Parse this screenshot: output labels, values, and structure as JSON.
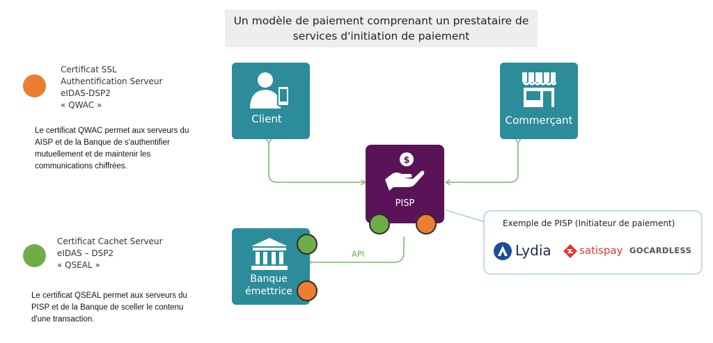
{
  "title": {
    "line1": "Un modèle de paiement comprenant un prestataire de",
    "line2": "services d'initiation de paiement"
  },
  "legend": {
    "qwac": {
      "color": "#ed7d31",
      "lines": [
        "Certificat SSL",
        "Authentification Serveur",
        "eIDAS-DSP2",
        "« QWAC »"
      ],
      "desc": [
        "Le certificat QWAC permet aux serveurs du",
        "AISP et de la Banque de s'authentifier",
        "mutuellement et de maintenir les",
        "communications chiffrées."
      ]
    },
    "qseal": {
      "color": "#70ad47",
      "lines": [
        "Certificat Cachet Serveur",
        "eIDAS – DSP2",
        "« QSEAL »"
      ],
      "desc": [
        "Le certificat QSEAL permet aux serveurs du",
        "PISP et de la Banque de sceller le contenu",
        "d'une transaction."
      ]
    }
  },
  "diagram": {
    "client_label": "Client",
    "merchant_label": "Commerçant",
    "pisp_label": "PISP",
    "bank_label_line1": "Banque",
    "bank_label_line2": "émettrice",
    "api_label": "API"
  },
  "example": {
    "title": "Exemple de PISP (Initiateur de paiement)",
    "logos": [
      "Lydia",
      "satispay",
      "GOCARDLESS"
    ]
  },
  "colors": {
    "teal": "#2c8c9a",
    "purple": "#5a1357",
    "orange": "#ed7d31",
    "green": "#70ad47",
    "arrow": "#8cc084"
  }
}
